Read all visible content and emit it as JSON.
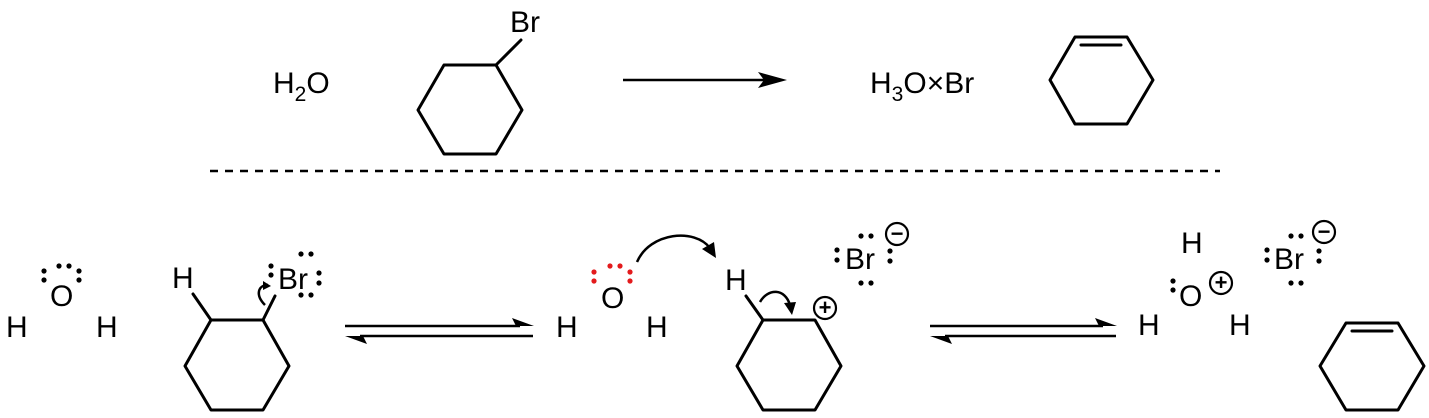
{
  "colors": {
    "ink": "#000000",
    "oxygen_highlight": "#e31a1c",
    "proton_highlight": "#1515d6",
    "background": "#ffffff"
  },
  "overall_reaction": {
    "reactant_water": {
      "main": "H",
      "sub": "2",
      "tail": "O"
    },
    "reactant_bromocyclohexane_br": "Br",
    "product_salt": {
      "main": "H",
      "sub": "3",
      "tail": "O×Br"
    },
    "product": "cyclohexene",
    "arrow": "single-forward"
  },
  "mechanism": {
    "water_start": {
      "o": "O",
      "h_left": "H",
      "h_right": "H"
    },
    "bromocyclohexane": {
      "h": "H",
      "br": "Br"
    },
    "water_attacking": {
      "o": "O",
      "h_left": "H",
      "h_right": "H"
    },
    "carbocation": {
      "h": "H",
      "charge": "+"
    },
    "bromide_1": {
      "br": "Br",
      "charge": "−"
    },
    "hydronium": {
      "o": "O",
      "h_top": "H",
      "h_left": "H",
      "h_right": "H",
      "charge": "+"
    },
    "bromide_2": {
      "br": "Br",
      "charge": "−"
    },
    "product": "cyclohexene",
    "arrows": [
      "equilibrium",
      "equilibrium"
    ]
  }
}
